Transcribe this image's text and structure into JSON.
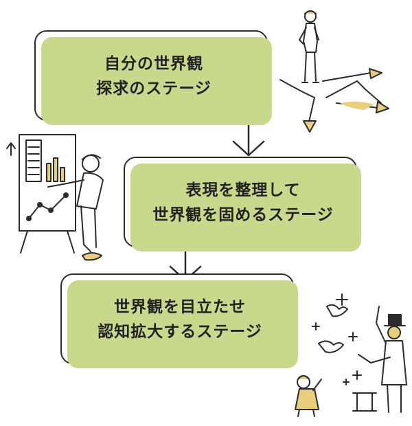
{
  "stages": [
    {
      "line1": "自分の世界観",
      "line2": "探求のステージ"
    },
    {
      "line1": "表現を整理して",
      "line2": "世界観を固めるステージ"
    },
    {
      "line1": "世界観を目立たせ",
      "line2": "認知拡大するステージ"
    }
  ],
  "colors": {
    "accent": "#c8d98c",
    "outline": "#2b2b2b",
    "background": "#ffffff"
  },
  "icons": [
    "person-crossroads-illustration",
    "presenter-chart-illustration",
    "magician-doves-illustration"
  ]
}
